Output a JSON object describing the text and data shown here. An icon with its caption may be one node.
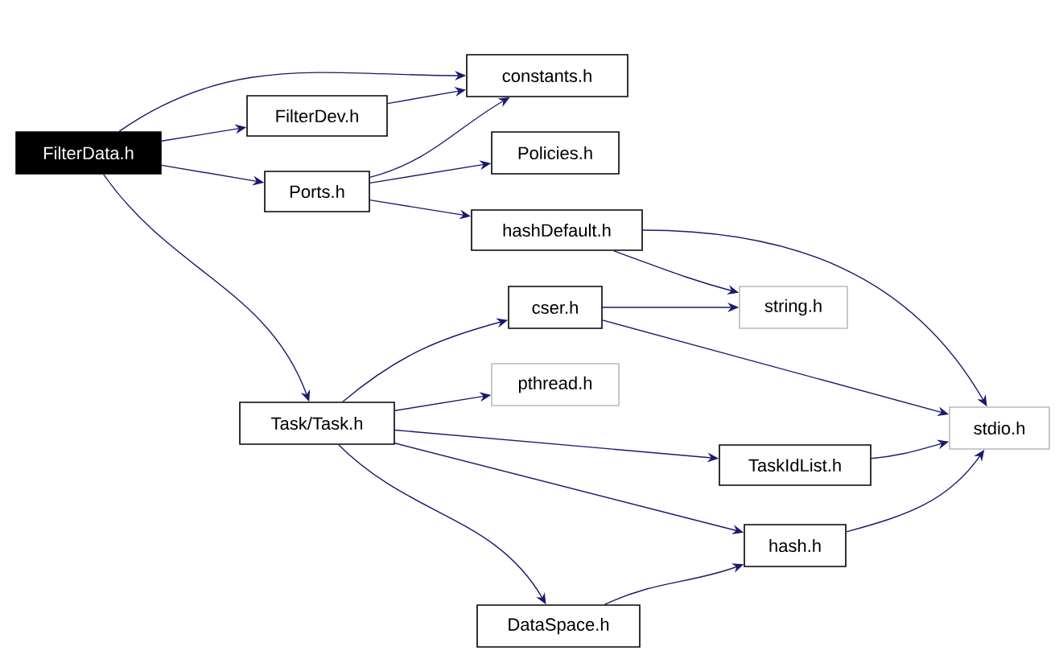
{
  "diagram": {
    "nodes": [
      {
        "text": [
          "FilterData.h"
        ]
      },
      {
        "text": [
          "constants.h"
        ]
      },
      {
        "text": [
          "FilterDev.h"
        ]
      },
      {
        "text": [
          "Ports.h"
        ]
      },
      {
        "text": [
          "Policies.h"
        ]
      },
      {
        "text": [
          "hashDefault.h"
        ]
      },
      {
        "text": [
          "cser.h"
        ]
      },
      {
        "text": [
          "string.h"
        ]
      },
      {
        "text": [
          "pthread.h"
        ]
      },
      {
        "text": [
          "Task/Task.h"
        ]
      },
      {
        "text": [
          "stdio.h"
        ]
      },
      {
        "text": [
          "TaskIdList.h"
        ]
      },
      {
        "text": [
          "hash.h"
        ]
      },
      {
        "text": [
          "DataSpace.h"
        ]
      }
    ],
    "edges": [
      {
        "from": 0,
        "to": 1,
        "arrow": "to"
      },
      {
        "from": 0,
        "to": 2,
        "arrow": "to"
      },
      {
        "from": 0,
        "to": 3,
        "arrow": "to"
      },
      {
        "from": 0,
        "to": 9,
        "arrow": "to"
      },
      {
        "from": 2,
        "to": 1,
        "arrow": "to"
      },
      {
        "from": 3,
        "to": 1,
        "arrow": "to"
      },
      {
        "from": 3,
        "to": 4,
        "arrow": "to"
      },
      {
        "from": 3,
        "to": 5,
        "arrow": "to"
      },
      {
        "from": 5,
        "to": 7,
        "arrow": "to"
      },
      {
        "from": 5,
        "to": 10,
        "arrow": "to"
      },
      {
        "from": 6,
        "to": 7,
        "arrow": "to"
      },
      {
        "from": 6,
        "to": 10,
        "arrow": "to"
      },
      {
        "from": 9,
        "to": 6,
        "arrow": "to"
      },
      {
        "from": 9,
        "to": 8,
        "arrow": "to"
      },
      {
        "from": 9,
        "to": 11,
        "arrow": "to"
      },
      {
        "from": 9,
        "to": 12,
        "arrow": "to"
      },
      {
        "from": 9,
        "to": 13,
        "arrow": "to"
      },
      {
        "from": 11,
        "to": 10,
        "arrow": "to"
      },
      {
        "from": 12,
        "to": 10,
        "arrow": "to"
      },
      {
        "from": 13,
        "to": 12,
        "arrow": "to"
      }
    ]
  }
}
